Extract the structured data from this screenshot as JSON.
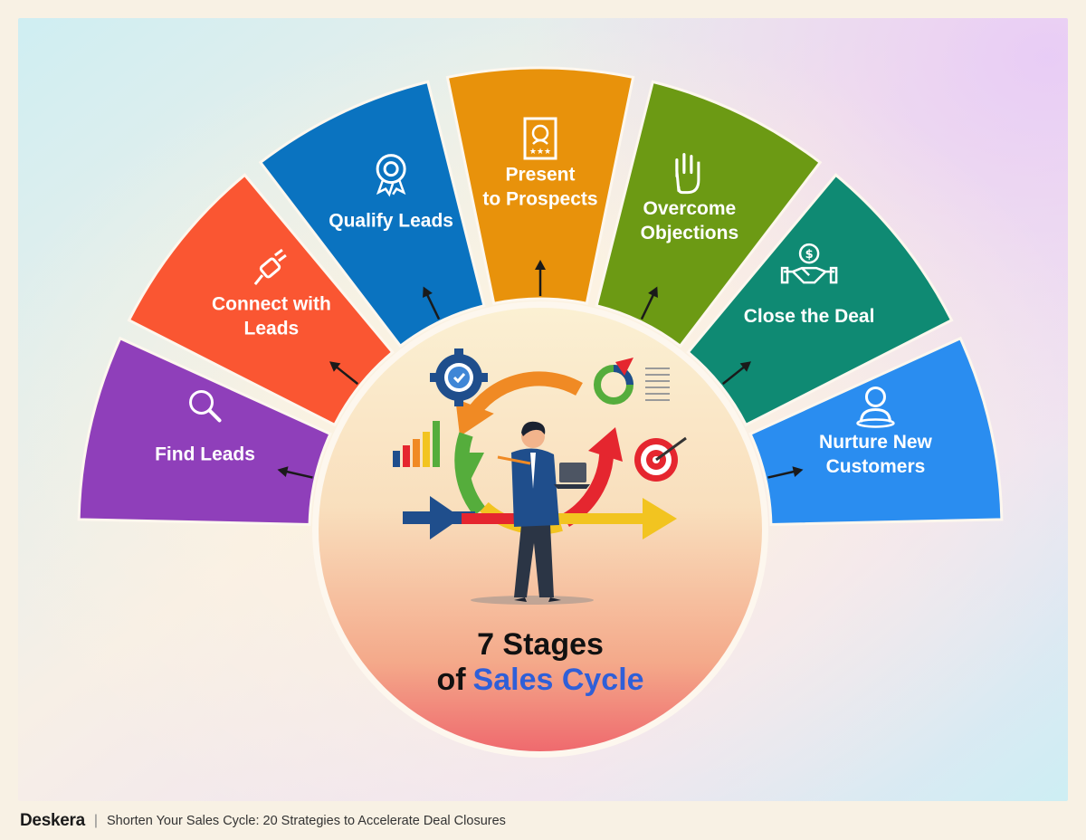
{
  "diagram": {
    "title_line1": "7 Stages",
    "title_of": "of",
    "title_highlight": "Sales Cycle",
    "stages": [
      {
        "lines": [
          "Find Leads"
        ],
        "color": "#8f3fba",
        "icon": "magnifier-icon"
      },
      {
        "lines": [
          "Connect with",
          "Leads"
        ],
        "color": "#fa5632",
        "icon": "plug-icon"
      },
      {
        "lines": [
          "Qualify Leads"
        ],
        "color": "#0a73c0",
        "icon": "badge-gear-icon"
      },
      {
        "lines": [
          "Present",
          "to Prospects"
        ],
        "color": "#e8920b",
        "icon": "profile-document-icon"
      },
      {
        "lines": [
          "Overcome",
          "Objections"
        ],
        "color": "#6c9a14",
        "icon": "raised-hand-icon"
      },
      {
        "lines": [
          "Close the Deal"
        ],
        "color": "#0f8a73",
        "icon": "handshake-dollar-icon"
      },
      {
        "lines": [
          "Nurture New",
          "Customers"
        ],
        "color": "#2a8df0",
        "icon": "person-icon"
      }
    ]
  },
  "footer": {
    "brand": "Deskera",
    "separator": "|",
    "subtitle": "Shorten Your Sales Cycle: 20 Strategies to Accelerate Deal Closures"
  }
}
